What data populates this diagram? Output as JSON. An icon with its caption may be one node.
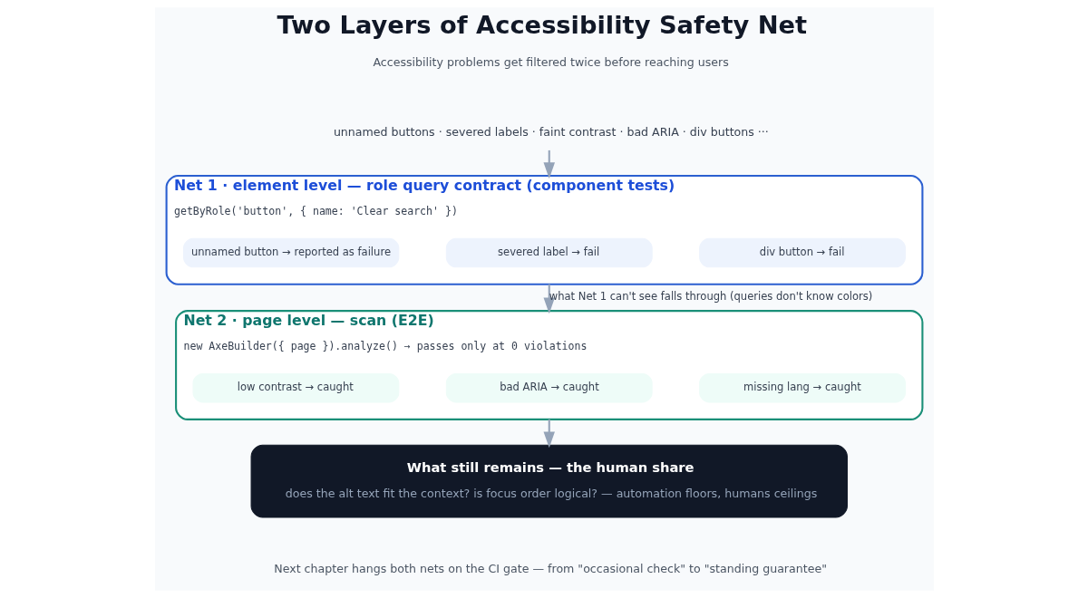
{
  "diagram": {
    "title": "Two Layers of Accessibility Safety Net",
    "caption": "Next chapter hangs both nets on the CI gate — from \"occasional check\" to \"standing guarantee\"",
    "nodes": [
      {
        "text": [
          "unnamed buttons · severed labels · faint contrast · bad ARIA · div buttons ···"
        ]
      },
      {
        "text": [
          "Net 1 · element level — role query contract (component tests)",
          "getByRole('button', { name: 'Clear search' })"
        ]
      },
      {
        "text": [
          "unnamed button → reported as failure"
        ],
        "in": 1
      },
      {
        "text": [
          "severed label → fail"
        ],
        "in": 1
      },
      {
        "text": [
          "div button → fail"
        ],
        "in": 1
      },
      {
        "text": [
          "Net 2 · page level — scan (E2E)",
          "new AxeBuilder({ page }).analyze() → passes only at 0 violations"
        ]
      },
      {
        "text": [
          "low contrast → caught"
        ],
        "in": 5
      },
      {
        "text": [
          "bad ARIA → caught"
        ],
        "in": 5
      },
      {
        "text": [
          "missing lang → caught"
        ],
        "in": 5
      },
      {
        "text": [
          "What still remains — the human share",
          "does the alt text fit the context? is focus order logical? — automation floors, humans ceilings"
        ]
      }
    ],
    "edges": [
      {
        "from": 0,
        "to": 1,
        "arrow": "to"
      },
      {
        "from": 1,
        "to": 5,
        "arrow": "to",
        "label": "what Net 1 can't see falls through (queries don't know colors)"
      },
      {
        "from": 5,
        "to": 9,
        "arrow": "to"
      }
    ],
    "labels": [
      "Accessibility problems get filtered twice before reaching users"
    ]
  }
}
